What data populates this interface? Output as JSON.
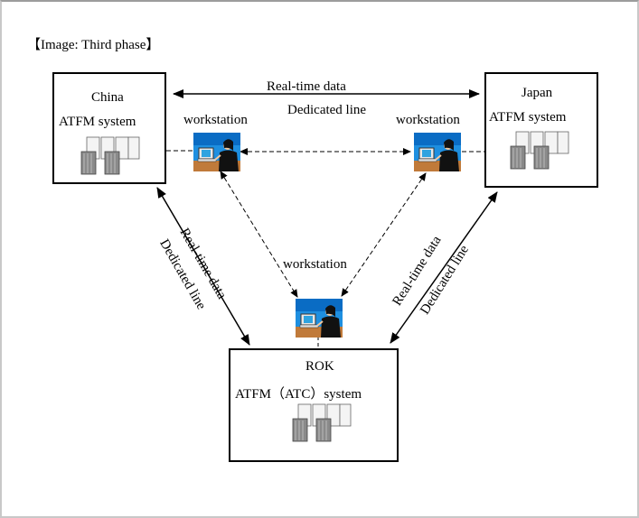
{
  "caption": "【Image: Third phase】",
  "nodes": {
    "china": {
      "name": "China",
      "system": "ATFM system"
    },
    "japan": {
      "name": "Japan",
      "system": "ATFM system"
    },
    "rok": {
      "name": "ROK",
      "system": "ATFM（ATC）system"
    }
  },
  "workstation_label": "workstation",
  "links": {
    "china_japan": {
      "data": "Real-time data",
      "line": "Dedicated line"
    },
    "china_rok": {
      "data": "Real-time data",
      "line": "Dedicated line"
    },
    "japan_rok": {
      "data": "Real-time data",
      "line": "Dedicated line"
    }
  },
  "icons": {
    "workstation": "workstation-person-at-computer-icon",
    "server": "server-rack-icon"
  }
}
